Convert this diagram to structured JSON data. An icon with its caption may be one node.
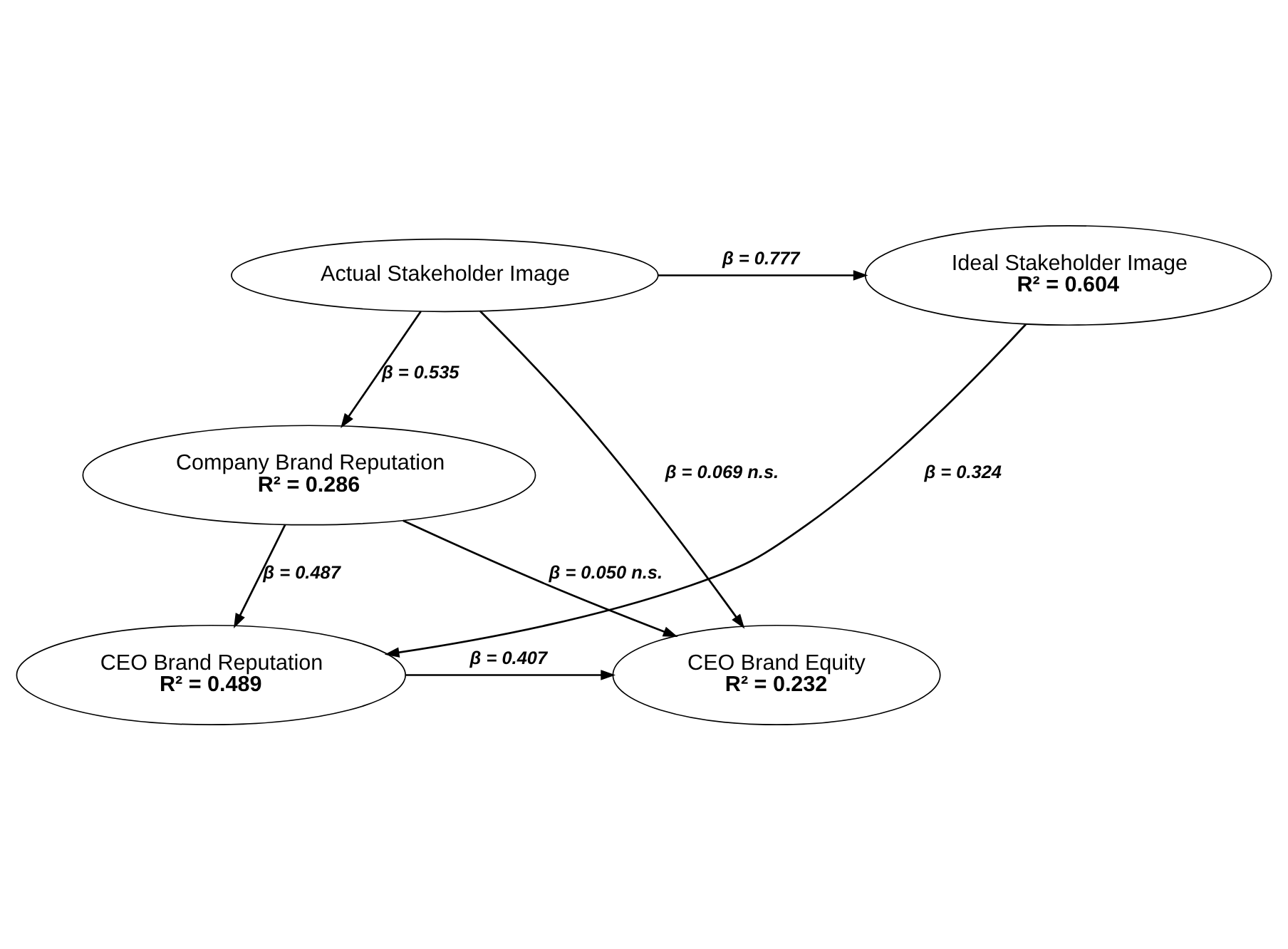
{
  "diagram": {
    "nodes": [
      {
        "text": [
          "Ideal Stakeholder Image",
          "R² = 0.604"
        ]
      },
      {
        "text": [
          "Actual Stakeholder Image"
        ]
      },
      {
        "text": [
          "Company Brand Reputation",
          "R² = 0.286"
        ]
      },
      {
        "text": [
          "CEO Brand Reputation",
          "R² = 0.489"
        ]
      },
      {
        "text": [
          "CEO Brand Equity",
          "R² = 0.232"
        ]
      }
    ],
    "edges": [
      {
        "from": 1,
        "to": 0,
        "arrow": "to",
        "label": "β = 0.777"
      },
      {
        "from": 1,
        "to": 2,
        "arrow": "to",
        "label": "β = 0.535"
      },
      {
        "from": 1,
        "to": 4,
        "arrow": "to",
        "label": "β = 0.069 n.s."
      },
      {
        "from": 0,
        "to": 3,
        "arrow": "to",
        "label": "β = 0.324"
      },
      {
        "from": 2,
        "to": 3,
        "arrow": "to",
        "label": "β = 0.487"
      },
      {
        "from": 2,
        "to": 4,
        "arrow": "to",
        "label": "β = 0.050 n.s."
      },
      {
        "from": 3,
        "to": 4,
        "arrow": "to",
        "label": "β = 0.407"
      }
    ]
  }
}
